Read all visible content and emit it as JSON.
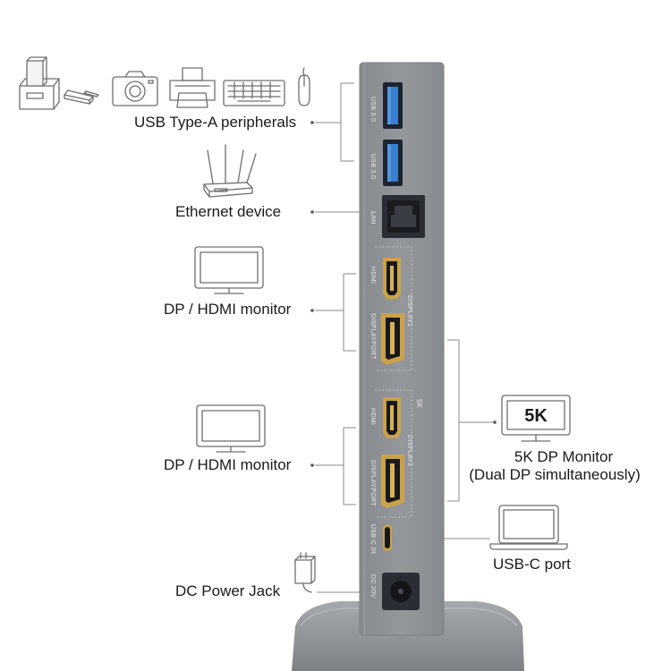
{
  "labels": {
    "usb_peripherals": "USB Type-A peripherals",
    "ethernet": "Ethernet device",
    "monitor1": "DP / HDMI monitor",
    "monitor2": "DP / HDMI monitor",
    "dp5k_line1": "5K DP Monitor",
    "dp5k_line2": "(Dual DP simultaneously)",
    "usbc": "USB-C port",
    "dc": "DC Power Jack"
  },
  "badge_5k": "5K",
  "port_labels": {
    "usb1": "USB 3.0",
    "usb2": "USB 3.0",
    "lan": "LAN",
    "hdmi1": "HDMI",
    "dp1": "DISPLAYPORT",
    "display1": "DISPLAY1",
    "fivek": "5K",
    "hdmi2": "HDMI",
    "dp2": "DISPLAYPORT",
    "display2": "DISPLAY2",
    "usbc_in": "USB-C IN",
    "dc20v": "DC 20V"
  },
  "colors": {
    "dock_body": "#8f9297",
    "dock_edge": "#7c7f84",
    "port_usb_blue": "#3a7fd0",
    "port_gold": "#c9a24a",
    "line": "#8a8a8a",
    "icon_stroke": "#6e6e6e",
    "text": "#1a1a1a"
  },
  "icons": [
    "hdd-dock-icon",
    "usb-stick-icon",
    "camera-icon",
    "printer-icon",
    "keyboard-icon",
    "mouse-icon",
    "router-icon",
    "monitor-icon",
    "laptop-icon",
    "power-adapter-icon"
  ]
}
